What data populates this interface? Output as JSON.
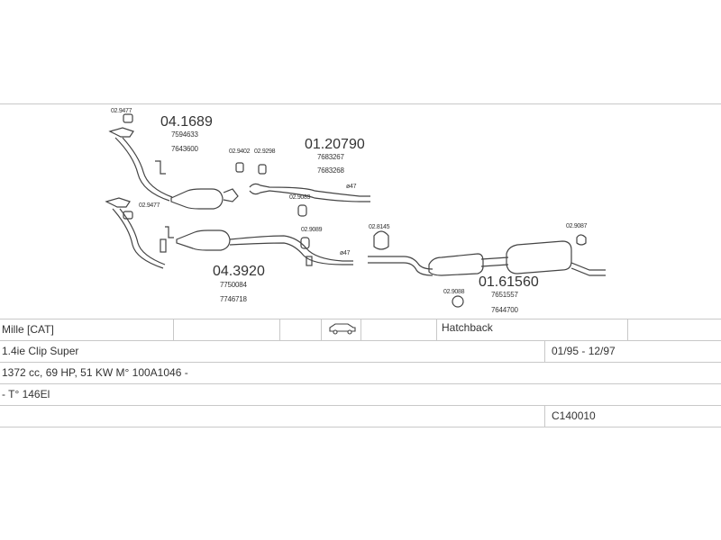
{
  "diagram": {
    "parts": {
      "p_04_1689": {
        "number": "04.1689",
        "refs": [
          "7594633",
          "7643600"
        ]
      },
      "p_01_20790": {
        "number": "01.20790",
        "refs": [
          "7683267",
          "7683268"
        ]
      },
      "p_04_3920": {
        "number": "04.3920",
        "refs": [
          "7750084",
          "7746718"
        ]
      },
      "p_01_61560": {
        "number": "01.61560",
        "refs": [
          "7651557",
          "7644700"
        ]
      }
    },
    "fittings": {
      "f1": "02.9477",
      "f2": "02.9402",
      "f3": "02.9298",
      "f4": "02.9089",
      "f5": "02.9477",
      "f6": "02.9089",
      "f7": "02.8145",
      "f8": "02.9087",
      "f9": "02.9088"
    },
    "diameters": {
      "d1": "ø47",
      "d2": "ø47"
    }
  },
  "table": {
    "row1": {
      "model": "Mille  [CAT]",
      "body": "Hatchback",
      "icon": "car-icon"
    },
    "row2": {
      "version": "1.4ie Clip Super",
      "years": "01/95 - 12/97"
    },
    "row3": {
      "engine": "1372 cc, 69 HP, 51 KW M° 100A1046 -"
    },
    "row4": {
      "type": "- T° 146El"
    },
    "row5": {
      "code": "C140010"
    }
  }
}
